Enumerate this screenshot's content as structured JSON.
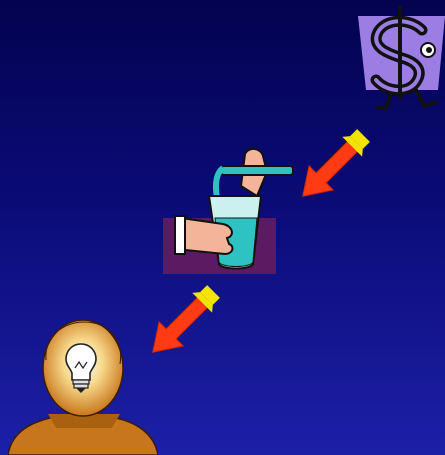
{
  "slide": {
    "background_top": "#03034f",
    "background_bottom": "#1c20a6"
  },
  "clipart": [
    {
      "name": "dollar-character",
      "icon": "dollar-sign-icon",
      "color": "#9b7de3"
    },
    {
      "name": "arrow-from-dollar",
      "icon": "arrow-down-left-icon",
      "color": "#ff3b14",
      "tail_color": "#f0e400"
    },
    {
      "name": "hands-pouring-beaker",
      "icon": "beaker-icon",
      "backdrop": "#5c1a62",
      "liquid": "#2fc2c2"
    },
    {
      "name": "arrow-to-person",
      "icon": "arrow-down-left-icon",
      "color": "#ff3b14",
      "tail_color": "#f0e400"
    },
    {
      "name": "person-with-idea",
      "icon": "lightbulb-icon",
      "color": "#c8761c"
    }
  ]
}
